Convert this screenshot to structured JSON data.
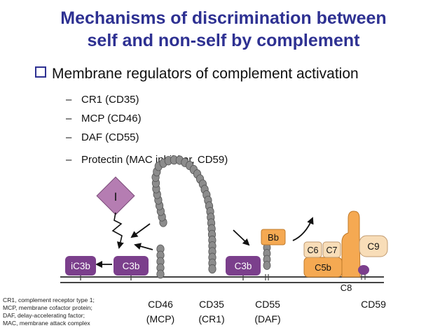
{
  "title": {
    "line1": "Mechanisms of discrimination between",
    "line2": "self and non-self by complement"
  },
  "heading": "Membrane regulators of complement activation",
  "regulators": [
    "CR1 (CD35)",
    "MCP (CD46)",
    "DAF (CD55)",
    "Protectin (MAC inhibitor, CD59)"
  ],
  "diagram": {
    "i_label": "I",
    "ic3b": "iC3b",
    "c3b_left": "C3b",
    "c3b_right": "C3b",
    "bb": "Bb",
    "c6": "C6",
    "c7": "C7",
    "c9": "C9",
    "c5b": "C5b",
    "c8": "C8",
    "cd46": "CD46",
    "mcp": "(MCP)",
    "cd35": "CD35",
    "cr1": "(CR1)",
    "cd55": "CD55",
    "daf": "(DAF)",
    "cd59": "CD59"
  },
  "legend": [
    "CR1, complement receptor type 1;",
    "MCP, membrane cofactor protein;",
    "DAF, delay-accelerating factor;",
    "MAC, membrane attack complex"
  ],
  "colors": {
    "title": "#2e3192",
    "purple": "#7b3f8c",
    "mauve": "#b57db2",
    "orange": "#f5a952",
    "beige": "#f8ddb8",
    "bead": "#8c8c8c"
  }
}
